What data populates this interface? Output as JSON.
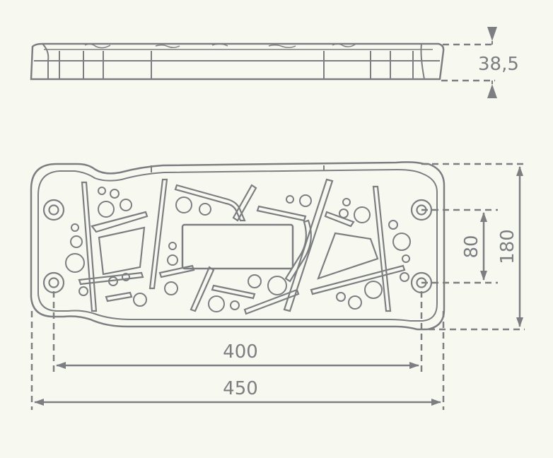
{
  "dimensions": {
    "height": "38,5",
    "outer_width": "180",
    "inner_width": "80",
    "inner_length": "400",
    "outer_length": "450"
  },
  "colors": {
    "background": "#f7f9f1",
    "line": "#7d7e82"
  }
}
